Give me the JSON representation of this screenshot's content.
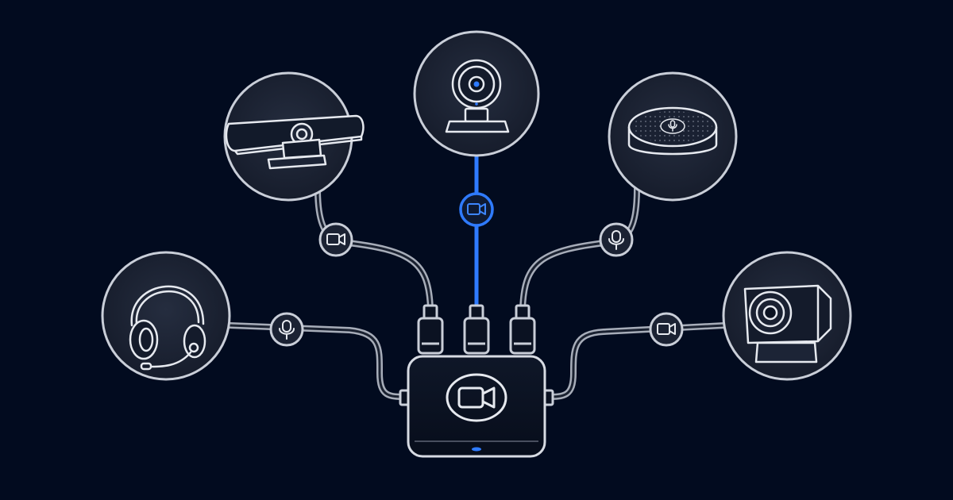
{
  "colors": {
    "background": "#020b1f",
    "node_fill": "#1b2233",
    "stroke": "#c9ced8",
    "cable": "#a7adb9",
    "accent": "#2f7bff",
    "hub_fill": "#0b1222"
  },
  "hub": {
    "icon": "video-camera-icon",
    "status_led": "blue"
  },
  "devices": [
    {
      "id": "conference-bar-camera",
      "icon": "conference-bar-camera-icon",
      "connector": "video-camera-icon",
      "active": false
    },
    {
      "id": "webcam",
      "icon": "webcam-icon",
      "connector": "video-camera-icon",
      "active": true
    },
    {
      "id": "speakerphone",
      "icon": "speakerphone-icon",
      "connector": "microphone-icon",
      "active": false
    },
    {
      "id": "headset",
      "icon": "headset-icon",
      "connector": "microphone-icon",
      "active": false
    },
    {
      "id": "ptz-camera",
      "icon": "ptz-camera-icon",
      "connector": "video-camera-icon",
      "active": false
    }
  ]
}
